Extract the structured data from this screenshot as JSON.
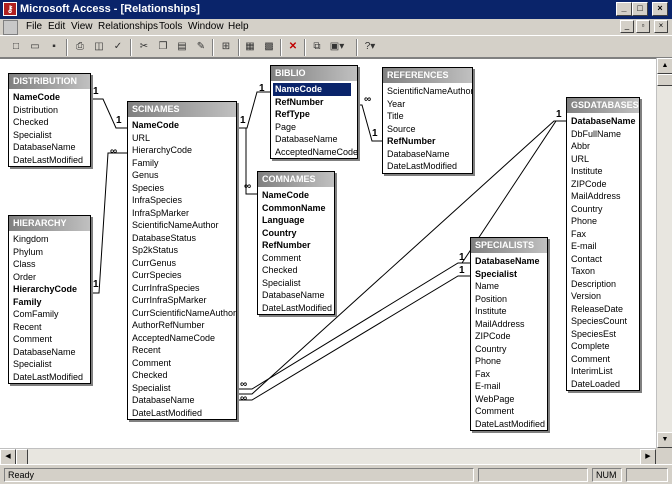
{
  "window": {
    "title": "Microsoft Access - [Relationships]"
  },
  "menu": [
    "File",
    "Edit",
    "View",
    "Relationships",
    "Tools",
    "Window",
    "Help"
  ],
  "toolbar": [
    "new-icon",
    "open-icon",
    "save-icon",
    "print-icon",
    "print-preview-icon",
    "spelling-icon",
    "cut-icon",
    "copy-icon",
    "paste-icon",
    "format-painter-icon",
    "show-table-icon",
    "show-direct-icon",
    "show-all-icon",
    "delete-icon",
    "new-object-icon",
    "properties-icon",
    "help-icon"
  ],
  "tables": {
    "distribution": {
      "title": "DISTRIBUTION",
      "fields": [
        "NameCode",
        "Distribution",
        "Checked",
        "Specialist",
        "DatabaseName",
        "DateLastModified"
      ],
      "pk": [
        "NameCode"
      ]
    },
    "hierarchy": {
      "title": "HIERARCHY",
      "fields": [
        "Kingdom",
        "Phylum",
        "Class",
        "Order",
        "HierarchyCode",
        "Family",
        "ComFamily",
        "Recent",
        "Comment",
        "DatabaseName",
        "Specialist",
        "DateLastModified"
      ],
      "pk": [
        "HierarchyCode",
        "Family"
      ]
    },
    "scinames": {
      "title": "SCINAMES",
      "fields": [
        "NameCode",
        "URL",
        "HierarchyCode",
        "Family",
        "Genus",
        "Species",
        "InfraSpecies",
        "InfraSpMarker",
        "ScientificNameAuthor",
        "DatabaseStatus",
        "Sp2kStatus",
        "CurrGenus",
        "CurrSpecies",
        "CurrInfraSpecies",
        "CurrInfraSpMarker",
        "CurrScientificNameAuthor",
        "AuthorRefNumber",
        "AcceptedNameCode",
        "Recent",
        "Comment",
        "Checked",
        "Specialist",
        "DatabaseName",
        "DateLastModified"
      ],
      "pk": [
        "NameCode"
      ]
    },
    "biblio": {
      "title": "BIBLIO",
      "fields": [
        "NameCode",
        "RefNumber",
        "RefType",
        "Page",
        "DatabaseName",
        "AcceptedNameCode"
      ],
      "pk": [
        "NameCode",
        "RefNumber",
        "RefType"
      ],
      "selected": "NameCode"
    },
    "comnames": {
      "title": "COMNAMES",
      "fields": [
        "NameCode",
        "CommonName",
        "Language",
        "Country",
        "RefNumber",
        "Comment",
        "Checked",
        "Specialist",
        "DatabaseName",
        "DateLastModified"
      ],
      "pk": [
        "NameCode",
        "CommonName",
        "Language",
        "Country",
        "RefNumber"
      ]
    },
    "references": {
      "title": "REFERENCES",
      "fields": [
        "ScientificNameAuthor",
        "Year",
        "Title",
        "Source",
        "RefNumber",
        "DatabaseName",
        "DateLastModified"
      ],
      "pk": [
        "RefNumber"
      ]
    },
    "specialists": {
      "title": "SPECIALISTS",
      "fields": [
        "DatabaseName",
        "Specialist",
        "Name",
        "Position",
        "Institute",
        "MailAddress",
        "ZIPCode",
        "Country",
        "Phone",
        "Fax",
        "E-mail",
        "WebPage",
        "Comment",
        "DateLastModified"
      ],
      "pk": [
        "DatabaseName",
        "Specialist"
      ]
    },
    "gsdatabases": {
      "title": "GSDATABASES",
      "fields": [
        "DatabaseName",
        "DbFullName",
        "Abbr",
        "URL",
        "Institute",
        "ZIPCode",
        "MailAddress",
        "Country",
        "Phone",
        "Fax",
        "E-mail",
        "Contact",
        "Taxon",
        "Description",
        "Version",
        "ReleaseDate",
        "SpeciesCount",
        "SpeciesEst",
        "Complete",
        "Comment",
        "InterimList",
        "DateLoaded"
      ],
      "pk": [
        "DatabaseName"
      ]
    }
  },
  "cardinality": {
    "one": "1",
    "many": "∞"
  },
  "status": {
    "left": "Ready",
    "num": "NUM"
  }
}
